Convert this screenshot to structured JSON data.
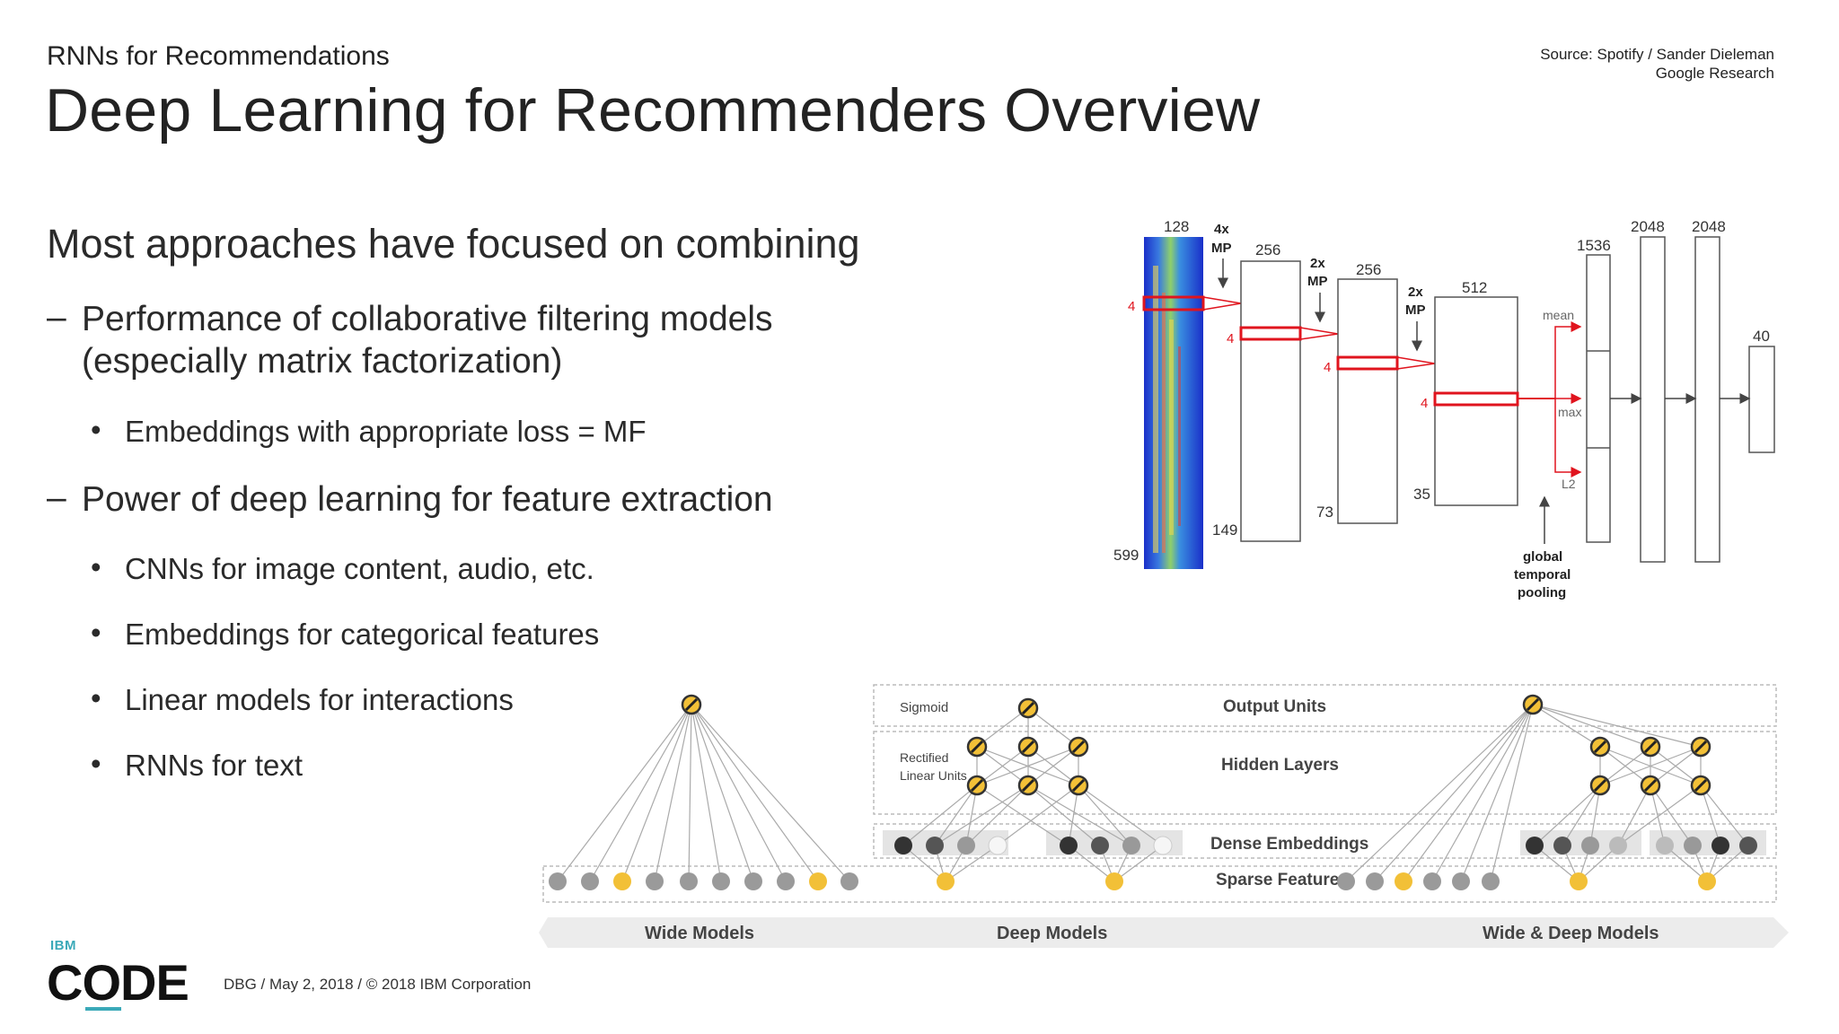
{
  "slide": {
    "subtitle": "RNNs for Recommendations",
    "title": "Deep Learning for Recommenders Overview",
    "source_line1": "Source: Spotify / Sander Dieleman",
    "source_line2": "Google Research"
  },
  "body": {
    "lead": "Most approaches have focused on combining",
    "dash_mark": "–",
    "bullet_mark": "•",
    "point1_line1": "Performance of collaborative filtering models",
    "point1_line2": "(especially matrix factorization)",
    "point1_bullets": [
      "Embeddings with appropriate loss = MF"
    ],
    "point2": "Power of deep learning for feature extraction",
    "point2_bullets": [
      "CNNs for image content, audio, etc.",
      "Embeddings for categorical features",
      "Linear models for interactions",
      "RNNs for text"
    ]
  },
  "cnn_diagram": {
    "spectrogram_top": "128",
    "spectrogram_bottom": "599",
    "window": "4",
    "pool1_line1": "4x",
    "pool1_line2": "MP",
    "pool2_line1": "2x",
    "pool2_line2": "MP",
    "pool3_line1": "2x",
    "pool3_line2": "MP",
    "l1_top": "256",
    "l1_bottom": "149",
    "l2_top": "256",
    "l2_bottom": "73",
    "l3_top": "512",
    "l3_bottom": "35",
    "pool_mean": "mean",
    "pool_max": "max",
    "pool_l2": "L2",
    "fc1": "1536",
    "fc2": "2048",
    "fc3": "2048",
    "out": "40",
    "gtp_line1": "global",
    "gtp_line2": "temporal",
    "gtp_line3": "pooling",
    "colors": {
      "red": "#e0141e",
      "line": "#555555",
      "spectrogram": "#1a2fc9"
    }
  },
  "wide_deep_diagram": {
    "sigmoid": "Sigmoid",
    "relu_line1": "Rectified",
    "relu_line2": "Linear Units",
    "output_units": "Output Units",
    "hidden_layers": "Hidden Layers",
    "dense_embeddings": "Dense Embeddings",
    "sparse_features": "Sparse Features",
    "wide_models": "Wide Models",
    "deep_models": "Deep Models",
    "wide_deep_models": "Wide & Deep Models",
    "colors": {
      "yellow": "#f2c037",
      "grey": "#9a9a9a",
      "dark": "#333333",
      "band": "#ececec"
    }
  },
  "footer": {
    "logo_ibm": "IBM",
    "logo_code": "CODE",
    "text": "DBG / May 2, 2018 / © 2018 IBM Corporation"
  }
}
